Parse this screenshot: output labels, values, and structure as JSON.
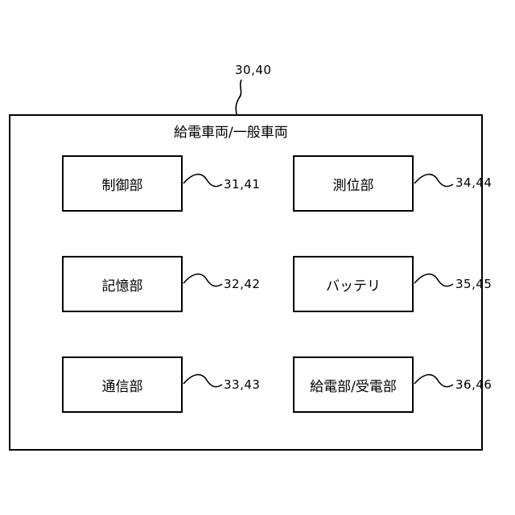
{
  "diagram": {
    "title": "給電車両/一般車両",
    "outer_ref": "30,40",
    "blocks": [
      {
        "label": "制御部",
        "ref": "31,41"
      },
      {
        "label": "記憶部",
        "ref": "32,42"
      },
      {
        "label": "通信部",
        "ref": "33,43"
      },
      {
        "label": "測位部",
        "ref": "34,44"
      },
      {
        "label": "バッテリ",
        "ref": "35,45"
      },
      {
        "label": "給電部/受電部",
        "ref": "36,46"
      }
    ]
  }
}
